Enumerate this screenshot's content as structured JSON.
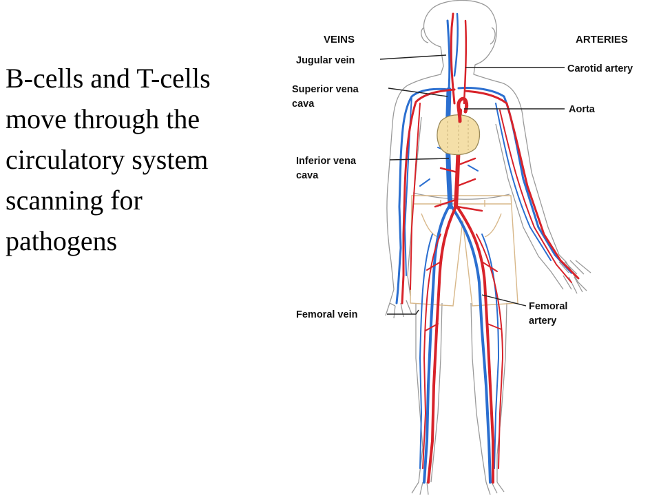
{
  "body_text": {
    "lines": [
      "B-cells and T-cells",
      "move through the",
      "circulatory system",
      "scanning for",
      "pathogens"
    ]
  },
  "diagram": {
    "headers": {
      "veins": "VEINS",
      "arteries": "ARTERIES"
    },
    "labels": {
      "jugular_vein": "Jugular vein",
      "superior_vena_cava_1": "Superior vena",
      "superior_vena_cava_2": "cava",
      "inferior_vena_cava_1": "Inferior vena",
      "inferior_vena_cava_2": "cava",
      "femoral_vein": "Femoral vein",
      "carotid_artery": "Carotid artery",
      "aorta": "Aorta",
      "femoral_artery_1": "Femoral",
      "femoral_artery_2": "artery"
    },
    "colors": {
      "vein": "#2b6fd0",
      "artery": "#d8232a",
      "heart": "#f4dfa8",
      "shorts": "#d8b88a",
      "skin_outline": "#9a9a9a"
    }
  }
}
